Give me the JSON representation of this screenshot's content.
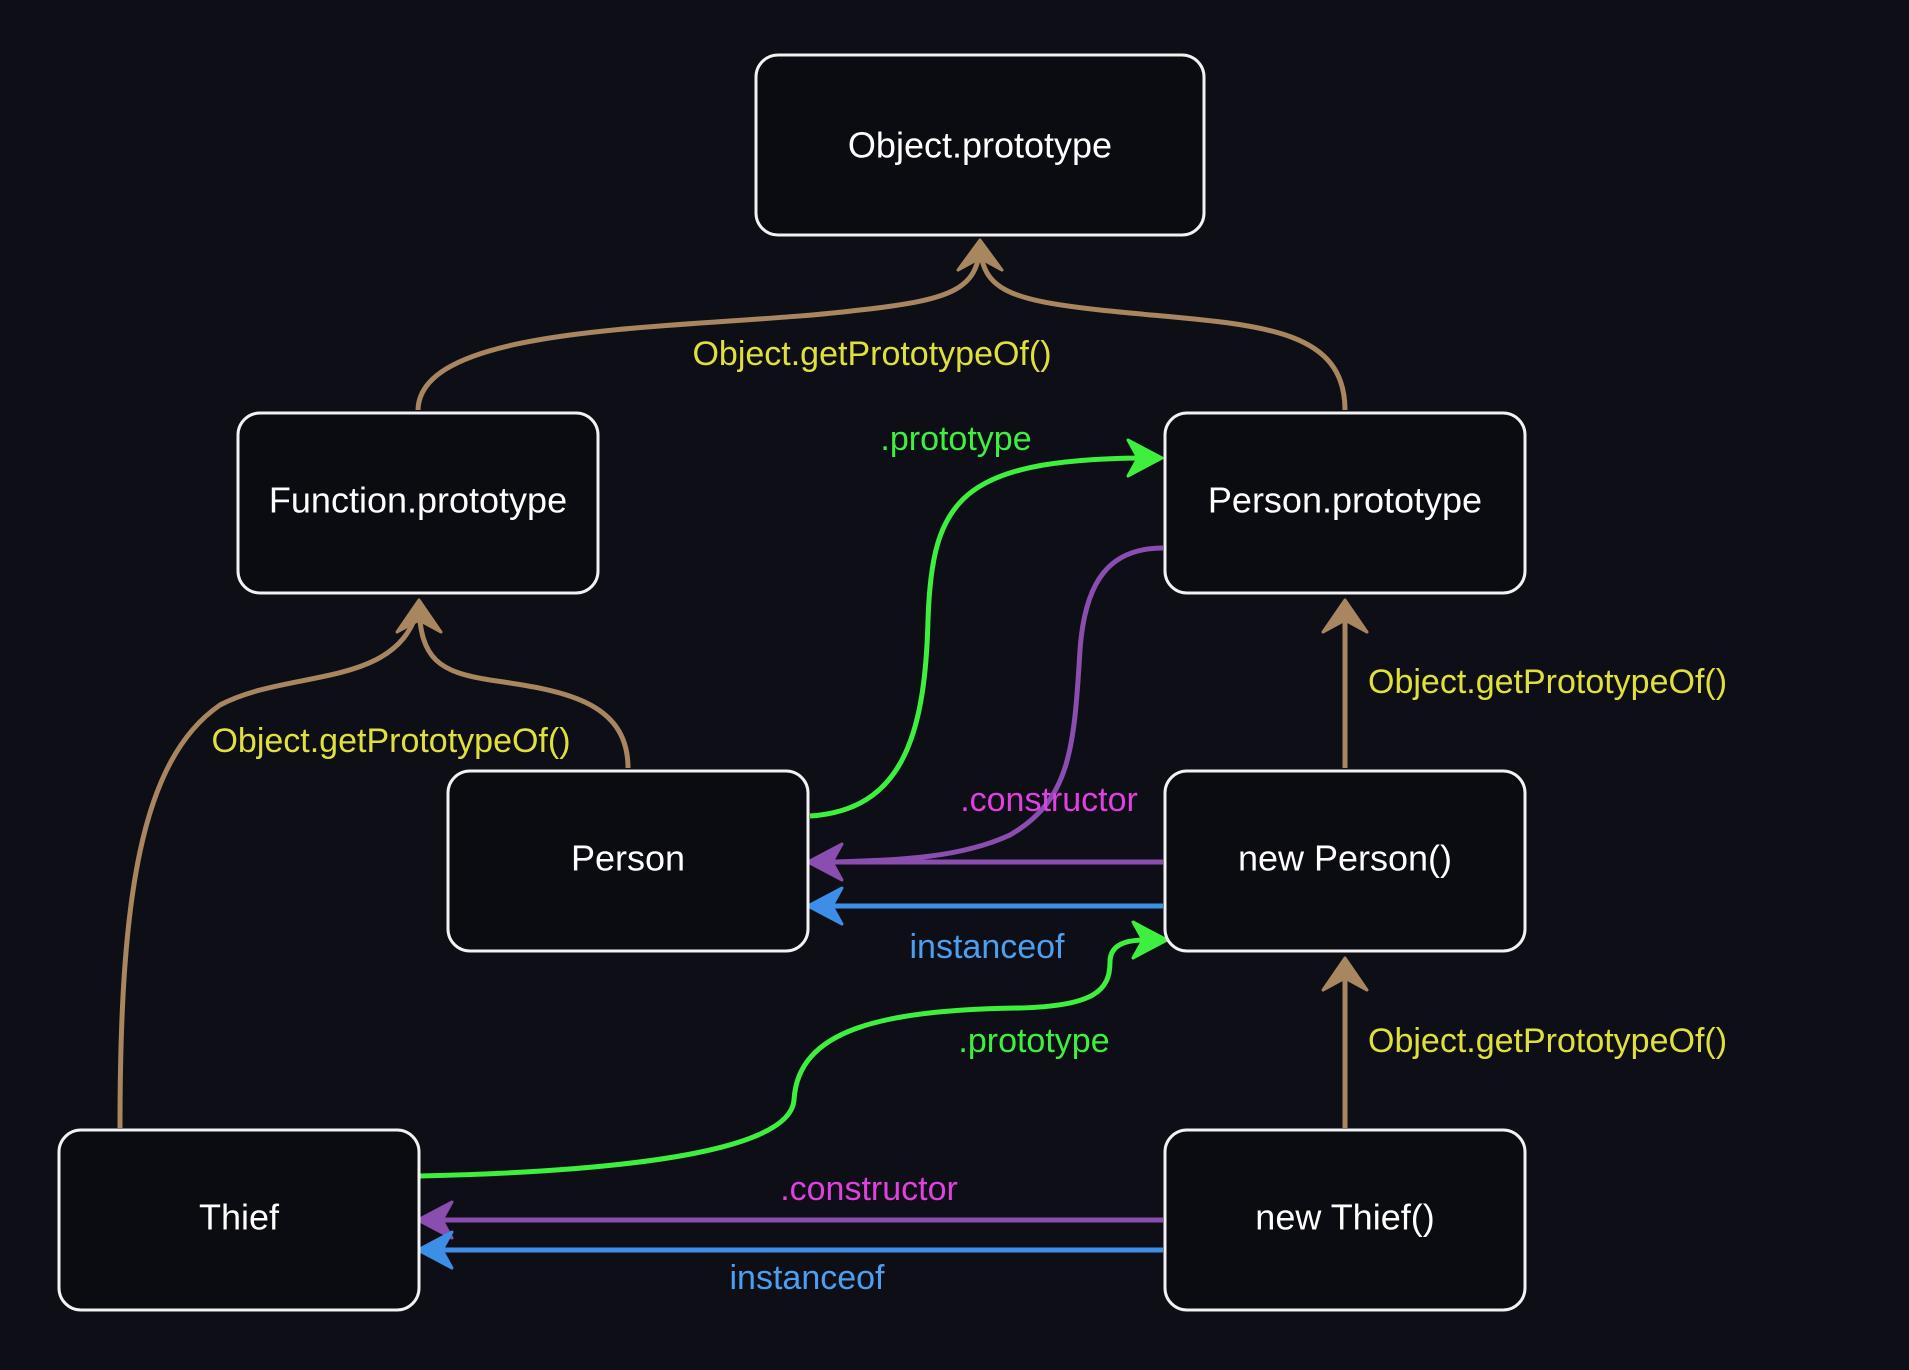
{
  "colors": {
    "background": "#0e0e17",
    "node_fill": "#0b0b12",
    "node_border": "#f2f2f2",
    "node_text": "#ffffff",
    "prototype_chain_edge": "#a8865f",
    "prototype_chain_label": "#e0e03a",
    "prototype_edge": "#3ef03e",
    "constructor_edge": "#8a4db0",
    "constructor_label": "#e040e0",
    "instanceof_edge": "#3d8ee6",
    "instanceof_label": "#4aa0f0"
  },
  "nodes": {
    "object_prototype": "Object.prototype",
    "function_prototype": "Function.prototype",
    "person_prototype": "Person.prototype",
    "person": "Person",
    "new_person": "new Person()",
    "thief": "Thief",
    "new_thief": "new Thief()"
  },
  "labels": {
    "get_proto_top": "Object.getPrototypeOf()",
    "get_proto_left": "Object.getPrototypeOf()",
    "get_proto_right_upper": "Object.getPrototypeOf()",
    "get_proto_right_lower": "Object.getPrototypeOf()",
    "prototype_person": ".prototype",
    "prototype_thief": ".prototype",
    "constructor_person": ".constructor",
    "constructor_thief": ".constructor",
    "instanceof_person": "instanceof",
    "instanceof_thief": "instanceof"
  },
  "edges": [
    {
      "from": "function_prototype",
      "to": "object_prototype",
      "kind": "getPrototypeOf",
      "label": "labels.get_proto_top"
    },
    {
      "from": "person_prototype",
      "to": "object_prototype",
      "kind": "getPrototypeOf",
      "label": "labels.get_proto_top"
    },
    {
      "from": "person",
      "to": "function_prototype",
      "kind": "getPrototypeOf",
      "label": "labels.get_proto_left"
    },
    {
      "from": "thief",
      "to": "function_prototype",
      "kind": "getPrototypeOf",
      "label": "labels.get_proto_left"
    },
    {
      "from": "new_person",
      "to": "person_prototype",
      "kind": "getPrototypeOf",
      "label": "labels.get_proto_right_upper"
    },
    {
      "from": "new_thief",
      "to": "new_person",
      "kind": "getPrototypeOf",
      "label": "labels.get_proto_right_lower"
    },
    {
      "from": "person",
      "to": "person_prototype",
      "kind": "prototype",
      "label": "labels.prototype_person"
    },
    {
      "from": "thief",
      "to": "new_person",
      "kind": "prototype",
      "label": "labels.prototype_thief"
    },
    {
      "from": "person_prototype",
      "to": "person",
      "kind": "constructor",
      "label": "labels.constructor_person"
    },
    {
      "from": "new_person",
      "to": "person",
      "kind": "constructor",
      "label": "labels.constructor_person"
    },
    {
      "from": "new_person",
      "to": "person",
      "kind": "instanceof",
      "label": "labels.instanceof_person"
    },
    {
      "from": "new_thief",
      "to": "thief",
      "kind": "constructor",
      "label": "labels.constructor_thief"
    },
    {
      "from": "new_thief",
      "to": "thief",
      "kind": "instanceof",
      "label": "labels.instanceof_thief"
    }
  ]
}
